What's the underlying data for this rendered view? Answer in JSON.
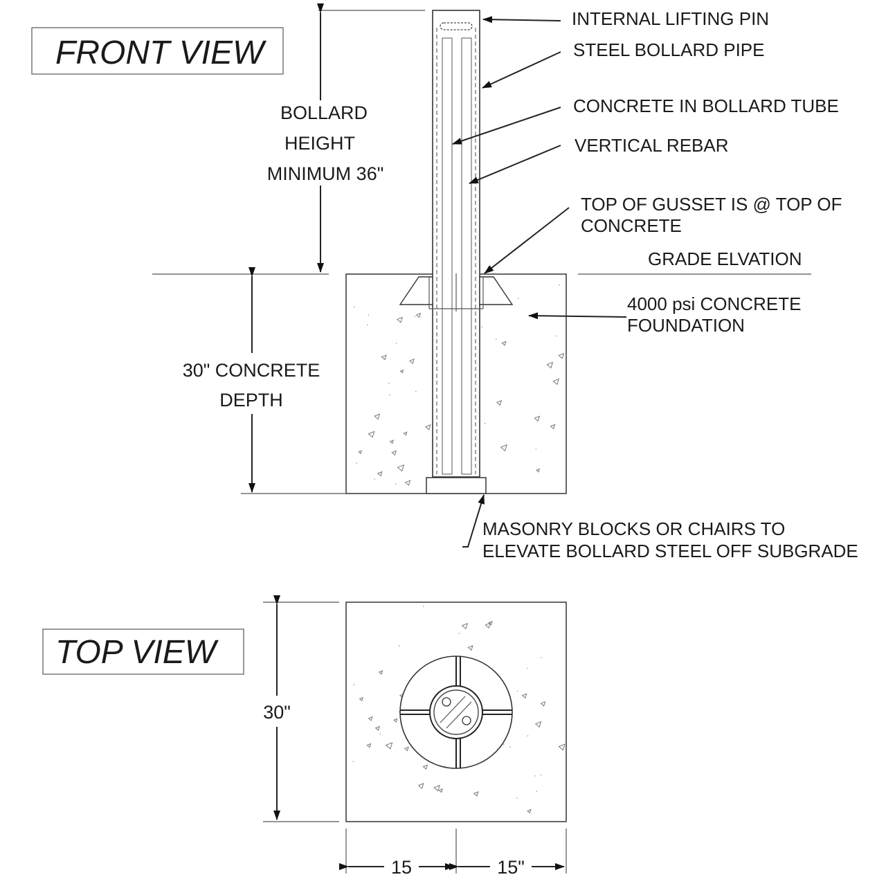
{
  "views": {
    "front_title": "FRONT VIEW",
    "top_title": "TOP VIEW"
  },
  "callouts": {
    "lifting_pin": "INTERNAL LIFTING PIN",
    "bollard_pipe": "STEEL BOLLARD PIPE",
    "concrete_tube": "CONCRETE IN BOLLARD TUBE",
    "vertical_rebar": "VERTICAL REBAR",
    "gusset_line1": "TOP OF GUSSET IS @ TOP OF",
    "gusset_line2": "CONCRETE",
    "grade": "GRADE ELVATION",
    "foundation_line1": "4000 psi CONCRETE",
    "foundation_line2": "FOUNDATION",
    "masonry_line1": "MASONRY BLOCKS OR CHAIRS TO",
    "masonry_line2": "ELEVATE BOLLARD STEEL OFF SUBGRADE"
  },
  "dimensions": {
    "height_line1": "BOLLARD",
    "height_line2": "HEIGHT",
    "height_line3": "MINIMUM 36\"",
    "depth_line1": "30\" CONCRETE",
    "depth_line2": "DEPTH",
    "top_side": "30\"",
    "half_left": "15",
    "half_right": "15\""
  }
}
